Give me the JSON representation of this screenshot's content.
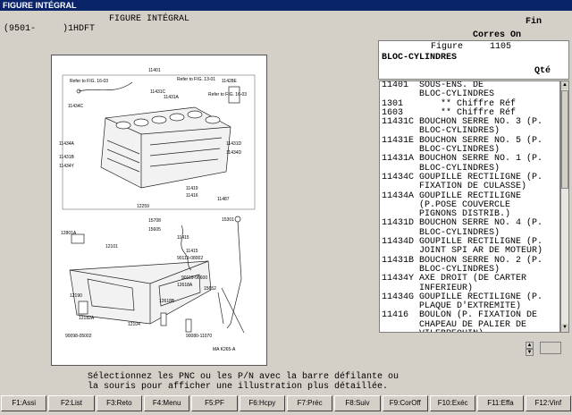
{
  "window": {
    "title": "FIGURE INTÉGRAL"
  },
  "header": {
    "heading": "FIGURE INTÉGRAL",
    "model_code": "(9501-     )1HDFT",
    "fin": "Fin",
    "corres": "Corres On"
  },
  "drawing": {
    "labels": [
      "11401",
      "Refer to FIG. 16-03",
      "Refer to FIG. 13-01",
      "11431C",
      "11431A",
      "11428E",
      "Refer to FIG. 16-03",
      "11434C",
      "11434A",
      "11431D",
      "11434D",
      "11431B",
      "11434Y",
      "11419",
      "11416",
      "11487",
      "12259",
      "15708",
      "15605",
      "11415",
      "12801A",
      "15301",
      "12101",
      "11415",
      "90119-08002",
      "90119-06600",
      "12618A",
      "12618B",
      "12190",
      "12182A",
      "15652",
      "12104",
      "90098-05002",
      "90080-11070",
      "MA K265-A"
    ]
  },
  "right_panel": {
    "figure_label": "Figure     1105",
    "assembly": "BLOC-CYLINDRES",
    "qty_header": "Qté"
  },
  "parts": [
    {
      "pnc": "11401",
      "desc": "SOUS-ENS. DE"
    },
    {
      "pnc": "",
      "desc": "BLOC-CYLINDRES"
    },
    {
      "pnc": "1301",
      "desc": "    ** Chiffre Réf"
    },
    {
      "pnc": "1603",
      "desc": "    ** Chiffre Réf"
    },
    {
      "pnc": "11431C",
      "desc": "BOUCHON SERRE NO. 3 (P."
    },
    {
      "pnc": "",
      "desc": "BLOC-CYLINDRES)"
    },
    {
      "pnc": "11431E",
      "desc": "BOUCHON SERRE NO. 5 (P."
    },
    {
      "pnc": "",
      "desc": "BLOC-CYLINDRES)"
    },
    {
      "pnc": "11431A",
      "desc": "BOUCHON SERRE NO. 1 (P."
    },
    {
      "pnc": "",
      "desc": "BLOC-CYLINDRES)"
    },
    {
      "pnc": "11434C",
      "desc": "GOUPILLE RECTILIGNE (P."
    },
    {
      "pnc": "",
      "desc": "FIXATION DE CULASSE)"
    },
    {
      "pnc": "11434A",
      "desc": "GOUPILLE RECTILIGNE"
    },
    {
      "pnc": "",
      "desc": "(P.POSE COUVERCLE"
    },
    {
      "pnc": "",
      "desc": "PIGNONS DISTRIB.)"
    },
    {
      "pnc": "11431D",
      "desc": "BOUCHON SERRE NO. 4 (P."
    },
    {
      "pnc": "",
      "desc": "BLOC-CYLINDRES)"
    },
    {
      "pnc": "11434D",
      "desc": "GOUPILLE RECTILIGNE (P."
    },
    {
      "pnc": "",
      "desc": "JOINT SPI AR DE MOTEUR)"
    },
    {
      "pnc": "11431B",
      "desc": "BOUCHON SERRE NO. 2 (P."
    },
    {
      "pnc": "",
      "desc": "BLOC-CYLINDRES)"
    },
    {
      "pnc": "11434Y",
      "desc": "AXE DROIT (DE CARTER"
    },
    {
      "pnc": "",
      "desc": "INFERIEUR)"
    },
    {
      "pnc": "11434G",
      "desc": "GOUPILLE RECTILIGNE (P."
    },
    {
      "pnc": "",
      "desc": "PLAQUE D'EXTREMITE)"
    },
    {
      "pnc": "11416",
      "desc": "BOULON (P. FIXATION DE"
    },
    {
      "pnc": "",
      "desc": "CHAPEAU DE PALIER DE"
    },
    {
      "pnc": "",
      "desc": "VILEBREQUIN)"
    }
  ],
  "message": "Sélectionnez les PNC ou les P/N avec la barre défilante ou\nla souris pour afficher une illustration plus détaillée.",
  "fkeys": [
    "F1:Assi",
    "F2:List",
    "F3:Reto",
    "F4:Menu",
    "F5:PF",
    "F6:Hcpy",
    "F7:Préc",
    "F8:Suiv",
    "F9:CorOff",
    "F10:Exéc",
    "F11:Effa",
    "F12:Vinf"
  ]
}
